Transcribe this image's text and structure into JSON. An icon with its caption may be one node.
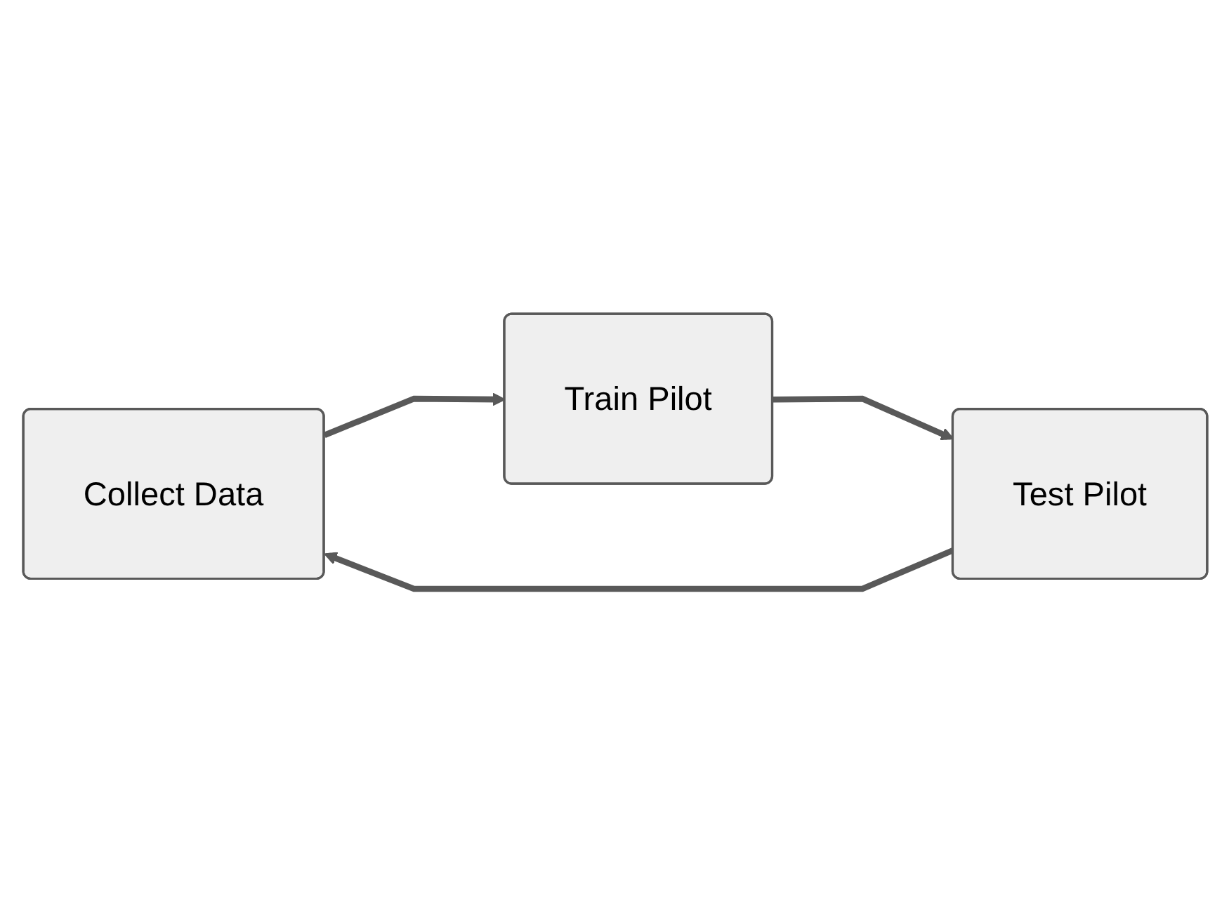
{
  "diagram": {
    "nodes": [
      {
        "text": [
          "Collect Data"
        ]
      },
      {
        "text": [
          "Train Pilot"
        ]
      },
      {
        "text": [
          "Test Pilot"
        ]
      }
    ],
    "edges": [
      {
        "from": 0,
        "to": 1,
        "arrow": "to"
      },
      {
        "from": 1,
        "to": 2,
        "arrow": "to"
      },
      {
        "from": 2,
        "to": 0,
        "arrow": "to"
      }
    ]
  }
}
